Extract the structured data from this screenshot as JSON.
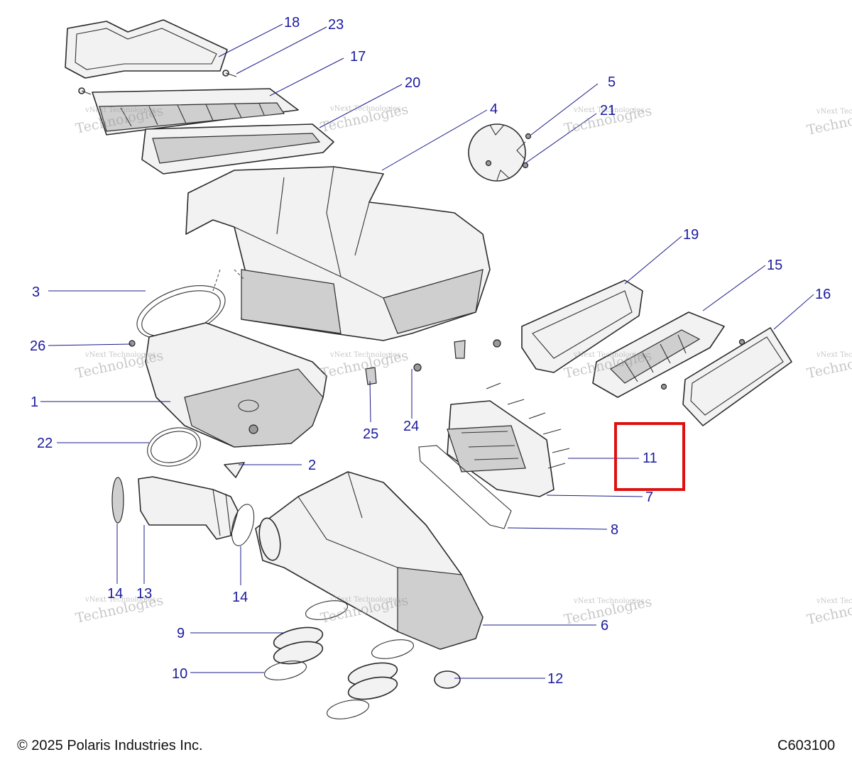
{
  "callouts": {
    "c1": "1",
    "c2": "2",
    "c3": "3",
    "c4": "4",
    "c5": "5",
    "c6": "6",
    "c7": "7",
    "c8": "8",
    "c9": "9",
    "c10": "10",
    "c11": "11",
    "c12": "12",
    "c13": "13",
    "c14a": "14",
    "c14b": "14",
    "c15": "15",
    "c16": "16",
    "c17": "17",
    "c18": "18",
    "c19": "19",
    "c20": "20",
    "c21": "21",
    "c22": "22",
    "c23": "23",
    "c24": "24",
    "c25": "25",
    "c26": "26"
  },
  "watermark": {
    "line1": "vNext Technologies",
    "line2": "vNext",
    "line3": "Technologies"
  },
  "highlighted_part": "11",
  "footer": {
    "copyright": "© 2025 Polaris Industries Inc.",
    "diagram_id": "C603100"
  },
  "colors": {
    "callout": "#1a1aa0",
    "leader": "#1b1b8a",
    "highlight": "#e01010"
  }
}
